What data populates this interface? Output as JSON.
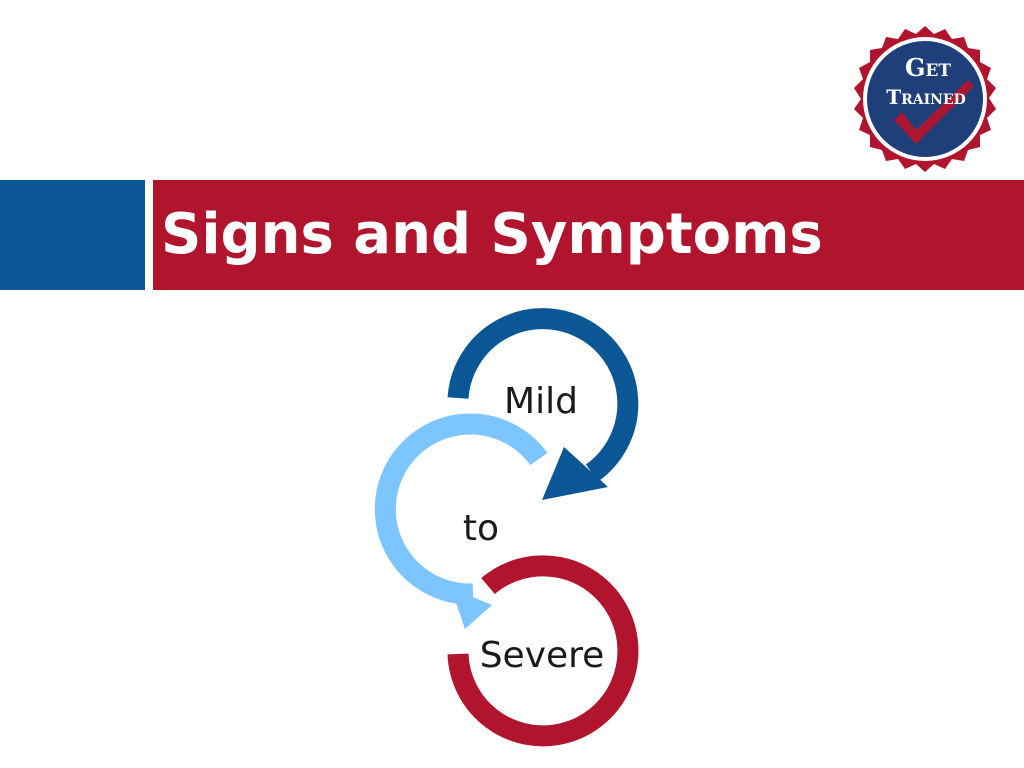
{
  "slide": {
    "title": "Signs and Symptoms"
  },
  "logo": {
    "line1": "Get",
    "line2": "Trained",
    "icon": "checkmark-icon"
  },
  "stages": [
    {
      "label": "Mild"
    },
    {
      "label": "to"
    },
    {
      "label": "Severe"
    }
  ],
  "colors": {
    "header_blue": "#0b5694",
    "header_red": "#b1152d",
    "stage_mild": "#0b5694",
    "stage_to": "#7dc5ff",
    "stage_severe": "#b1152d",
    "logo_navy": "#1f3f7a"
  }
}
